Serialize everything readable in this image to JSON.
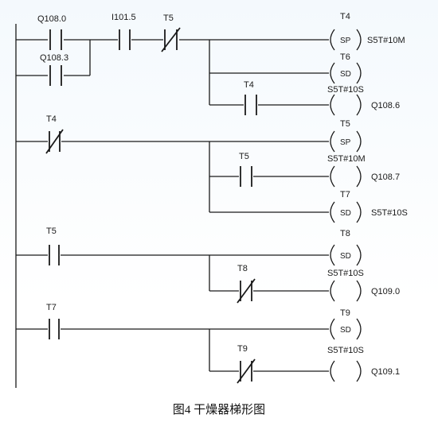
{
  "diagram": {
    "caption": "图4 干燥器梯形图",
    "rung1": {
      "contact_q1080": "Q108.0",
      "contact_q1083": "Q108.3",
      "contact_i1015": "I101.5",
      "contact_t5_nc": "T5",
      "coil_t4_name": "T4",
      "coil_t4_type": "SP",
      "coil_t4_time": "S5T#10M",
      "coil_t6_name": "T6",
      "coil_t6_type": "SD",
      "contact_t4": "T4",
      "coil_q1086_time": "S5T#10S",
      "coil_q1086_addr": "Q108.6"
    },
    "rung2": {
      "contact_t4_nc": "T4",
      "coil_t5_name": "T5",
      "coil_t5_type": "SP",
      "contact_t5": "T5",
      "coil_q1087_time": "S5T#10M",
      "coil_q1087_addr": "Q108.7",
      "coil_t7_name": "T7",
      "coil_t7_type": "SD",
      "coil_t7_time": "S5T#10S"
    },
    "rung3": {
      "contact_t5": "T5",
      "coil_t8_name": "T8",
      "coil_t8_type": "SD",
      "contact_t8_nc": "T8",
      "coil_q1090_time": "S5T#10S",
      "coil_q1090_addr": "Q109.0"
    },
    "rung4": {
      "contact_t7": "T7",
      "coil_t9_name": "T9",
      "coil_t9_type": "SD",
      "contact_t9_nc": "T9",
      "coil_q1091_time": "S5T#10S",
      "coil_q1091_addr": "Q109.1"
    }
  }
}
